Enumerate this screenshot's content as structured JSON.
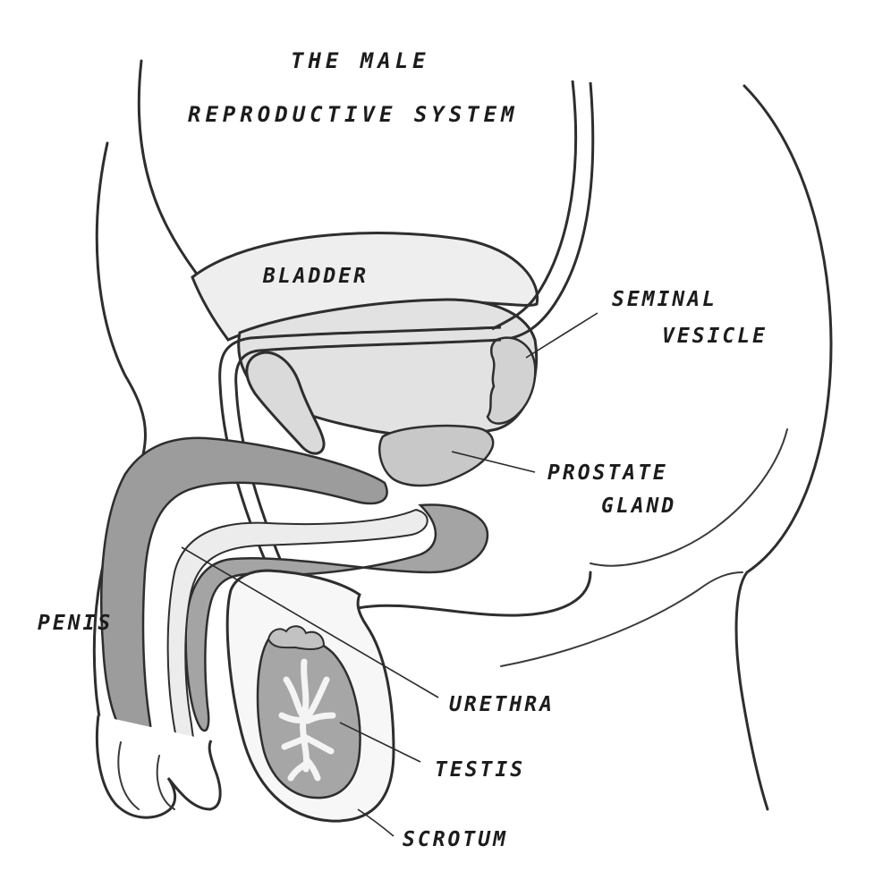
{
  "title": {
    "line1": "THE MALE",
    "line2": "REPRODUCTIVE SYSTEM"
  },
  "labels": {
    "bladder": "BLADDER",
    "seminal_vesicle_1": "SEMINAL",
    "seminal_vesicle_2": "VESICLE",
    "prostate_1": "PROSTATE",
    "prostate_2": "GLAND",
    "penis": "PENIS",
    "urethra": "URETHRA",
    "testis": "TESTIS",
    "scrotum": "SCROTUM"
  },
  "colors": {
    "ink": "#2e2e2e",
    "organ_light": "#e4e4e4",
    "organ_mid": "#c4c4c4",
    "organ_dark": "#9c9c9c",
    "testis": "#a8a8a8"
  }
}
